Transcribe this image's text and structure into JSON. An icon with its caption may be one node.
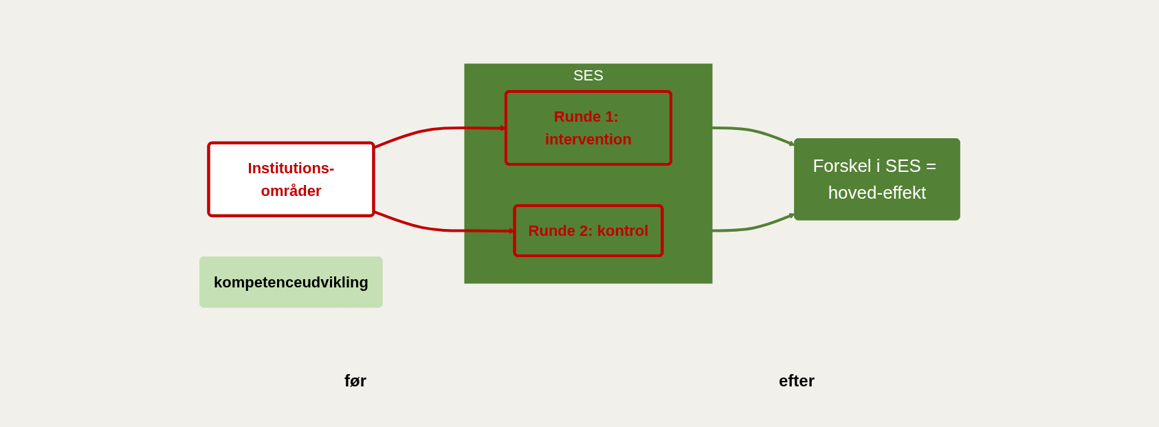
{
  "diagram": {
    "nodes": [
      {
        "text": [
          "Institutions-områder"
        ]
      },
      {
        "text": [
          "SES"
        ]
      },
      {
        "text": [
          "Runde 1: intervention"
        ],
        "in": 1
      },
      {
        "text": [
          "Runde 2: kontrol"
        ],
        "in": 1
      },
      {
        "text": [
          "kompetenceudvikling"
        ]
      },
      {
        "text": [
          "Forskel i SES = hoved-effekt"
        ]
      }
    ],
    "edges": [
      {
        "from": 0,
        "to": 2,
        "arrow": "to",
        "color": "#c00000"
      },
      {
        "from": 0,
        "to": 3,
        "arrow": "to",
        "color": "#c00000"
      },
      {
        "from": 2,
        "to": 5,
        "arrow": "to",
        "color": "#538135"
      },
      {
        "from": 3,
        "to": 5,
        "arrow": "to",
        "color": "#538135"
      }
    ],
    "labels": [
      "før",
      "efter"
    ]
  }
}
